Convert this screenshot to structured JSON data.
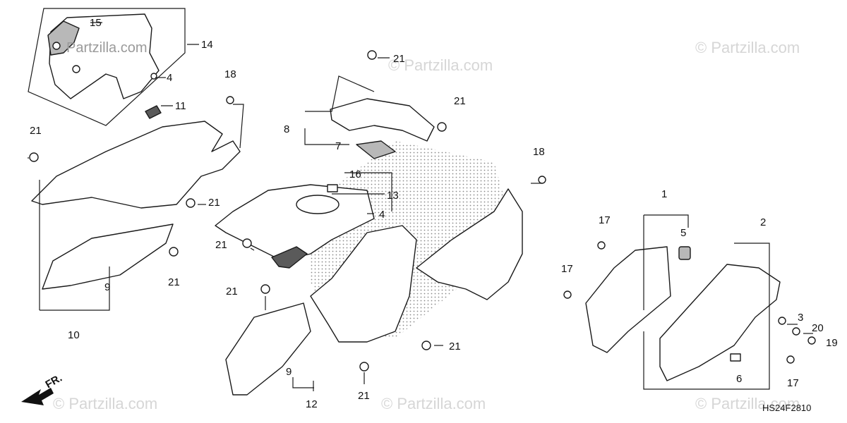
{
  "watermark": "© Partzilla.com",
  "logo_text": "Partzilla.com",
  "diagram_code": "HS24F2810",
  "direction_label": "FR.",
  "callouts": {
    "c1": "1",
    "c2": "2",
    "c3": "3",
    "c4a": "4",
    "c4b": "4",
    "c5": "5",
    "c6": "6",
    "c7": "7",
    "c8": "8",
    "c9a": "9",
    "c9b": "9",
    "c10": "10",
    "c11": "11",
    "c12": "12",
    "c13": "13",
    "c14": "14",
    "c15": "15",
    "c16": "16",
    "c17a": "17",
    "c17b": "17",
    "c17c": "17",
    "c18a": "18",
    "c18b": "18",
    "c19": "19",
    "c20": "20",
    "c21a": "21",
    "c21b": "21",
    "c21c": "21",
    "c21d": "21",
    "c21e": "21",
    "c21f": "21",
    "c21g": "21",
    "c21h": "21",
    "c21i": "21"
  }
}
